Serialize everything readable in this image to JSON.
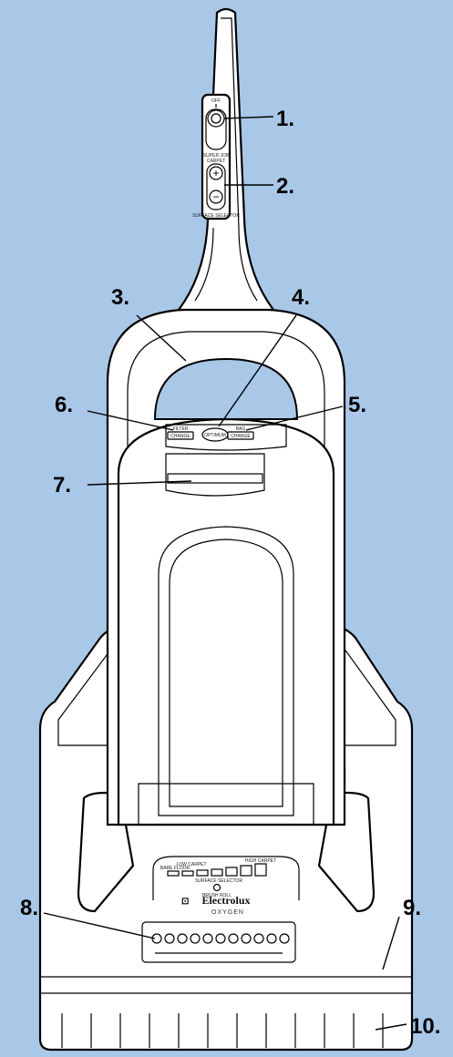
{
  "colors": {
    "background": "#a9c8e8",
    "body": "#ffffff",
    "outline": "#000000"
  },
  "callouts": {
    "c1": "1.",
    "c2": "2.",
    "c3": "3.",
    "c4": "4.",
    "c5": "5.",
    "c6": "6.",
    "c7": "7.",
    "c8": "8.",
    "c9": "9.",
    "c10": "10."
  },
  "handle": {
    "off_label": "OFF",
    "superjob_label": "SUPER JOB",
    "carpet_label": "CARPET",
    "surface_selector_label": "SURFACE SELECTOR"
  },
  "indicators": {
    "filter_label": "FILTER",
    "filter_badge": "CHANGE",
    "optimum_label": "OPTIMUM",
    "bag_label": "BAG",
    "bag_badge": "CHANGE"
  },
  "base": {
    "bare_floor_label": "BARE FLOOR",
    "low_carpet_label": "LOW CARPET",
    "high_carpet_label": "HIGH CARPET",
    "surface_selector_label": "SURFACE SELECTOR",
    "brush_roll_label": "BRUSH ROLL",
    "brand": "Electrolux",
    "model": "OXYGEN"
  },
  "icons": [
    "power-switch-icon",
    "plus-icon",
    "minus-icon",
    "brand-logo-icon"
  ]
}
